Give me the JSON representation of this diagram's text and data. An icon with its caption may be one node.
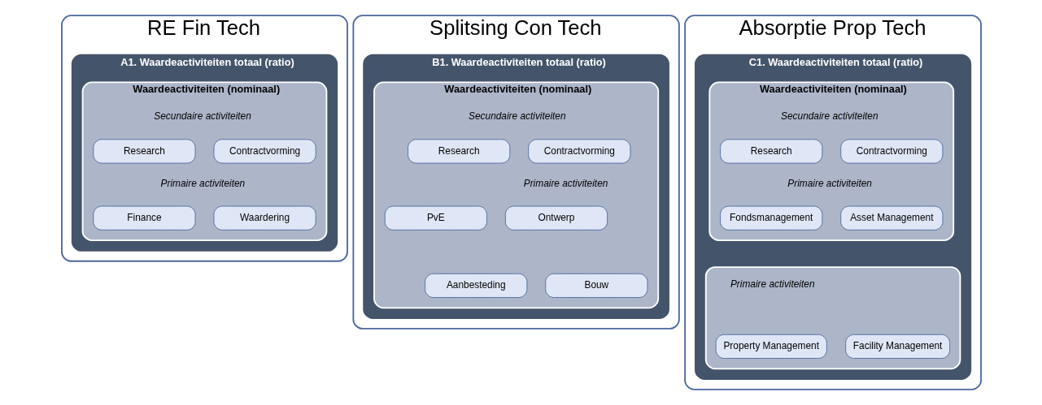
{
  "diagram": {
    "nodes": [
      {
        "text": [
          "RE Fin Tech"
        ]
      },
      {
        "text": [
          "A1. Waardeactiviteiten totaal (ratio)"
        ],
        "in": 0
      },
      {
        "text": [
          "Waardeactiviteiten (nominaal)"
        ],
        "in": 1
      },
      {
        "text": [
          "Research"
        ],
        "in": 2
      },
      {
        "text": [
          "Contractvorming"
        ],
        "in": 2
      },
      {
        "text": [
          "Finance"
        ],
        "in": 2
      },
      {
        "text": [
          "Waardering"
        ],
        "in": 2
      },
      {
        "text": [
          "Splitsing Con Tech"
        ]
      },
      {
        "text": [
          "B1. Waardeactiviteiten totaal (ratio)"
        ],
        "in": 7
      },
      {
        "text": [
          "Waardeactiviteiten (nominaal)"
        ],
        "in": 8
      },
      {
        "text": [
          "Research"
        ],
        "in": 9
      },
      {
        "text": [
          "Contractvorming"
        ],
        "in": 9
      },
      {
        "text": [
          "PvE"
        ],
        "in": 9
      },
      {
        "text": [
          "Ontwerp"
        ],
        "in": 9
      },
      {
        "text": [
          "Aanbesteding"
        ],
        "in": 9
      },
      {
        "text": [
          "Bouw"
        ],
        "in": 9
      },
      {
        "text": [
          "Absorptie Prop Tech"
        ]
      },
      {
        "text": [
          "C1. Waardeactiviteiten totaal (ratio)"
        ],
        "in": 16
      },
      {
        "text": [
          "Waardeactiviteiten (nominaal)"
        ],
        "in": 17
      },
      {
        "text": [
          "Research"
        ],
        "in": 18
      },
      {
        "text": [
          "Contractvorming"
        ],
        "in": 18
      },
      {
        "text": [
          "Fondsmanagement"
        ],
        "in": 18
      },
      {
        "text": [
          "Asset Management"
        ],
        "in": 18
      },
      {
        "text": [],
        "shape": "box",
        "in": 17
      },
      {
        "text": [
          "Property Management"
        ],
        "in": 23
      },
      {
        "text": [
          "Facility Management"
        ],
        "in": 23
      }
    ],
    "labels": [
      "Secundaire activiteiten",
      "Primaire activiteiten",
      "Secundaire activiteiten",
      "Primaire activiteiten",
      "Secundaire activiteiten",
      "Primaire activiteiten",
      "Primaire activiteiten"
    ]
  }
}
